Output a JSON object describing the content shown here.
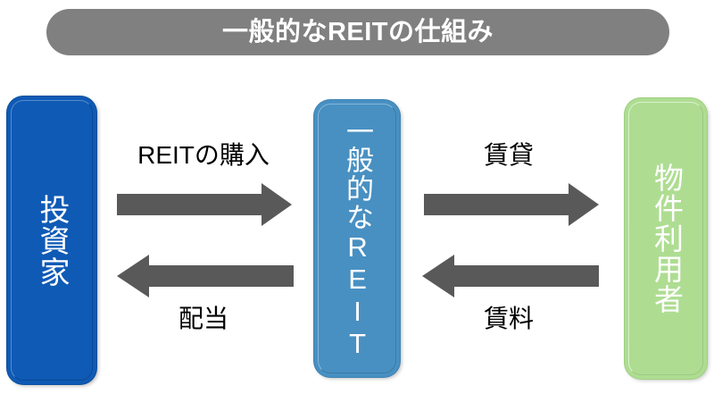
{
  "title": {
    "text": "一般的なREITの仕組み",
    "background_color": "#808080",
    "text_color": "#ffffff"
  },
  "entities": [
    {
      "id": "investor",
      "label": "投資家",
      "color": "#0f5ab5",
      "text_color": "#ffffff",
      "position": "left"
    },
    {
      "id": "reit",
      "label": "一般的なREIT",
      "color": "#4890c2",
      "text_color": "#ffffff",
      "position": "center"
    },
    {
      "id": "tenant",
      "label": "物件利用者",
      "color": "#aedd92",
      "text_color": "#ffffff",
      "position": "right"
    }
  ],
  "flows": [
    {
      "id": "purchase",
      "label": "REITの購入",
      "direction": "right",
      "from": "investor",
      "to": "reit",
      "color": "#595959",
      "label_position": "above"
    },
    {
      "id": "dividend",
      "label": "配当",
      "direction": "left",
      "from": "reit",
      "to": "investor",
      "color": "#595959",
      "label_position": "below"
    },
    {
      "id": "lease",
      "label": "賃貸",
      "direction": "right",
      "from": "reit",
      "to": "tenant",
      "color": "#595959",
      "label_position": "above"
    },
    {
      "id": "rent",
      "label": "賃料",
      "direction": "left",
      "from": "tenant",
      "to": "reit",
      "color": "#595959",
      "label_position": "below"
    }
  ],
  "canvas": {
    "background_color": "#ffffff"
  }
}
